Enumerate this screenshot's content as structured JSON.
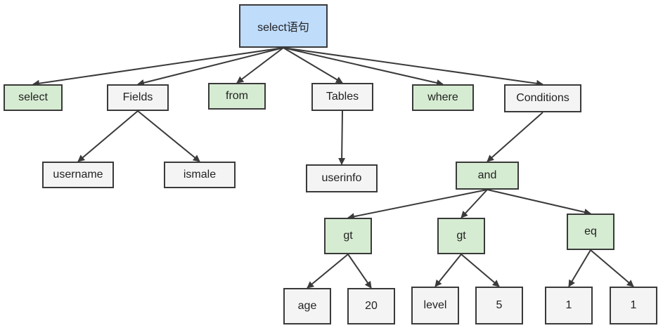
{
  "nodes": {
    "root": "select语句",
    "select": "select",
    "fields": "Fields",
    "from": "from",
    "tables": "Tables",
    "where": "where",
    "conditions": "Conditions",
    "username": "username",
    "ismale": "ismale",
    "userinfo": "userinfo",
    "and": "and",
    "gt1": "gt",
    "gt2": "gt",
    "eq": "eq",
    "age": "age",
    "n20": "20",
    "level": "level",
    "n5": "5",
    "one_a": "1",
    "one_b": "1"
  },
  "colors": {
    "root_fill": "#bfdcfb",
    "keyword_fill": "#d6ecd2",
    "plain_fill": "#f4f4f4",
    "border": "#3a3a3a"
  }
}
